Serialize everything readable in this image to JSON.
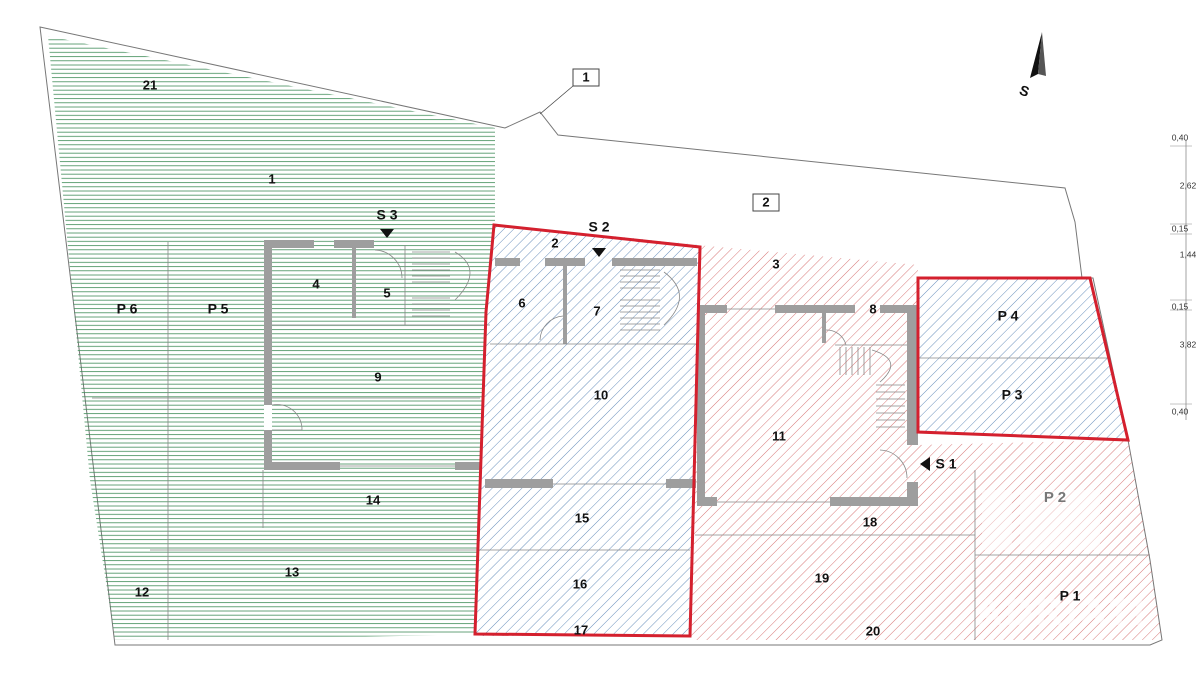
{
  "colors": {
    "green_hatch": "#3f8c58",
    "blue_hatch": "#5a84b6",
    "red_hatch": "#d46a6a",
    "highlight": "#d4202e",
    "wall": "#9e9e9e"
  },
  "compass": {
    "label": "S",
    "icon": "north-arrow-icon"
  },
  "entrances": {
    "s1": "S 1",
    "s2": "S 2",
    "s3": "S 3"
  },
  "boxed_labels": {
    "b1": "1",
    "b2": "2"
  },
  "rooms": {
    "r1": "1",
    "r2": "2",
    "r3": "3",
    "r4": "4",
    "r5": "5",
    "r6": "6",
    "r7": "7",
    "r8": "8",
    "r9": "9",
    "r10": "10",
    "r11": "11",
    "r12": "12",
    "r13": "13",
    "r14": "14",
    "r15": "15",
    "r16": "16",
    "r17": "17",
    "r18": "18",
    "r19": "19",
    "r20": "20",
    "r21": "21"
  },
  "parking": {
    "p1": "P 1",
    "p2": "P 2",
    "p3": "P 3",
    "p4": "P 4",
    "p5": "P 5",
    "p6": "P 6"
  },
  "dimensions": [
    "0,40",
    "2,62",
    "0,15",
    "1,44",
    "0,15",
    "3,82",
    "0,40"
  ],
  "watermark": "ADRIATI"
}
